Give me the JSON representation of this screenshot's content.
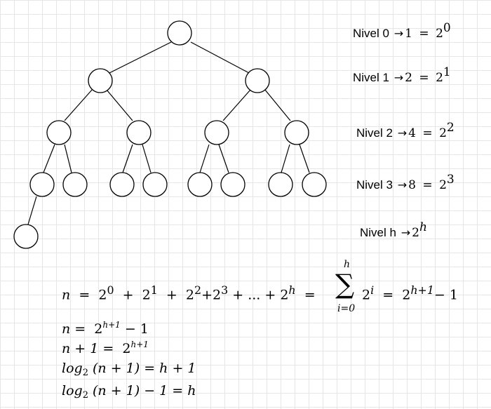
{
  "levels": [
    {
      "prefix": "Nivel 0",
      "count": "1",
      "eq": "=",
      "base": "2",
      "exp": "0"
    },
    {
      "prefix": "Nivel 1",
      "count": "2",
      "eq": "=",
      "base": "2",
      "exp": "1"
    },
    {
      "prefix": "Nivel 2",
      "count": "4",
      "eq": "=",
      "base": "2",
      "exp": "2"
    },
    {
      "prefix": "Nivel 3",
      "count": "8",
      "eq": "=",
      "base": "2",
      "exp": "3"
    },
    {
      "prefix": "Nivel h",
      "count": "",
      "eq": "",
      "base": "2",
      "exp": "h"
    }
  ],
  "arrow": "→",
  "sum_equation": {
    "lhs": "n",
    "eq": "=",
    "terms": [
      "2",
      "0",
      "+",
      "2",
      "1",
      "+",
      "2",
      "2",
      "+",
      "2",
      "3",
      "+ ... +",
      "2",
      "h"
    ],
    "sigma": "∑",
    "sigma_upper": "h",
    "sigma_lower": "i=0",
    "sigma_term_base": "2",
    "sigma_term_exp": "i",
    "result_base": "2",
    "result_exp": "h+1",
    "result_tail": "− 1"
  },
  "derivation": [
    {
      "lhs": "n",
      "rhs_base": "2",
      "rhs_exp": "h+1",
      "tail": " − 1"
    },
    {
      "lhs": "n + 1",
      "rhs_base": "2",
      "rhs_exp": "h+1",
      "tail": ""
    },
    {
      "lhs_log": "log",
      "lhs_sub": "2",
      "lhs_arg": "(n + 1)",
      "rhs": "h + 1"
    },
    {
      "lhs_log": "log",
      "lhs_sub": "2",
      "lhs_arg": "(n + 1) − 1",
      "rhs": "h"
    }
  ],
  "tree": {
    "levels_shown": 5,
    "nodes_per_level": [
      1,
      2,
      4,
      8,
      1
    ]
  }
}
